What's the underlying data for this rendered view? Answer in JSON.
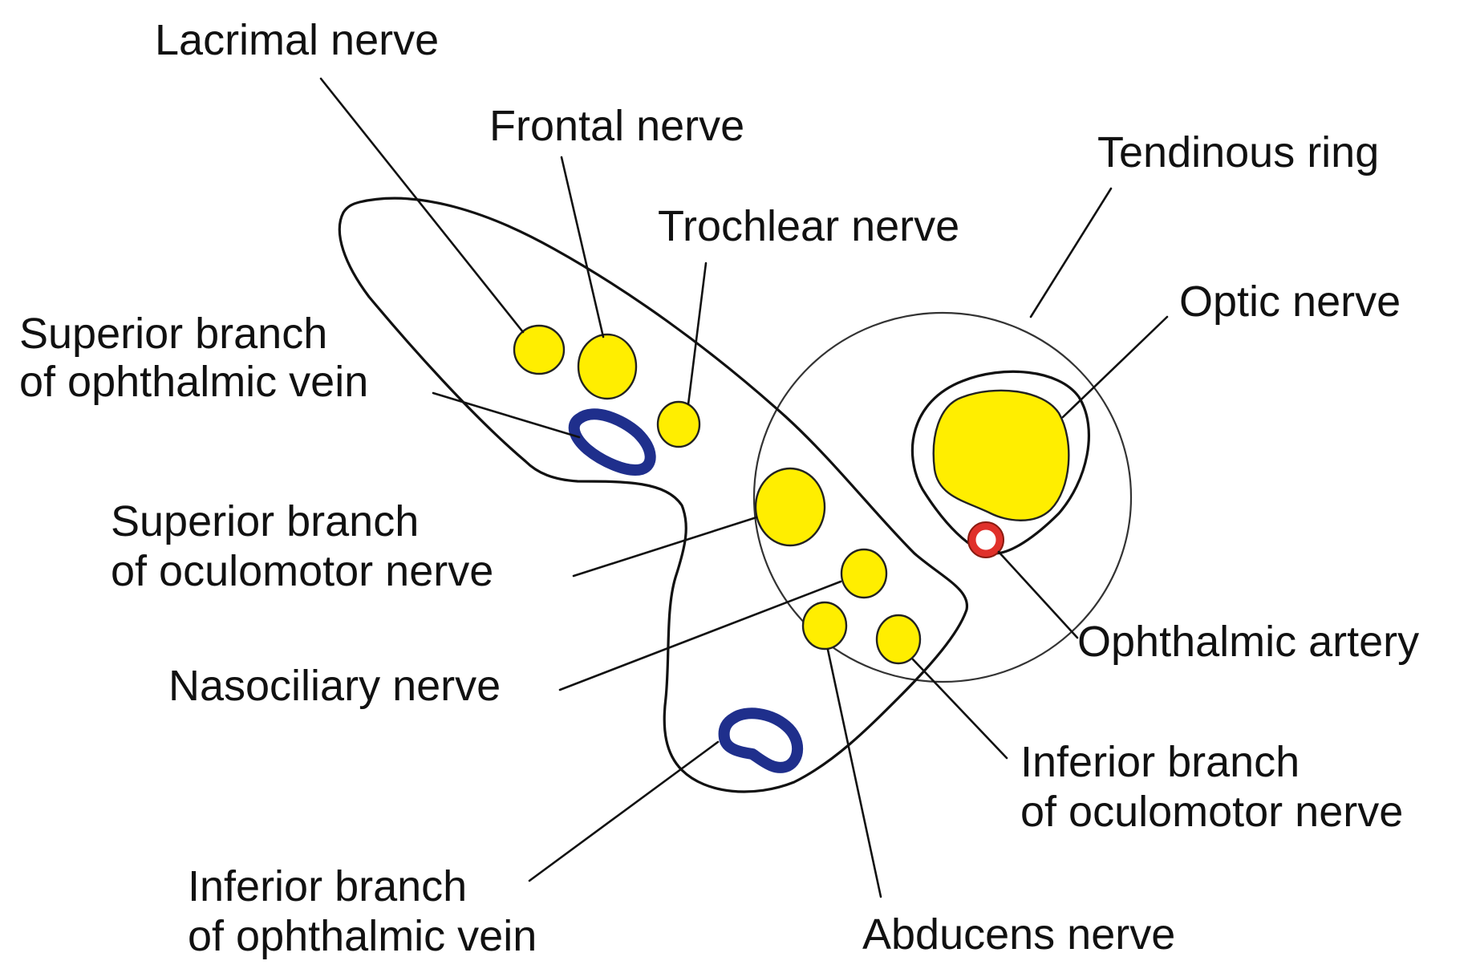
{
  "colors": {
    "nerve": "#ffee00",
    "vein": "#1f2f8c",
    "artery": "#e0302a",
    "line": "#111111"
  },
  "labels": {
    "lacrimal": "Lacrimal nerve",
    "frontal": "Frontal nerve",
    "trochlear": "Trochlear nerve",
    "tendinous_ring": "Tendinous ring",
    "optic": "Optic nerve",
    "sup_ophth_vein_1": "Superior branch",
    "sup_ophth_vein_2": "of ophthalmic vein",
    "sup_oculomotor_1": "Superior branch",
    "sup_oculomotor_2": "of oculomotor nerve",
    "nasociliary": "Nasociliary nerve",
    "ophthalmic_artery": "Ophthalmic artery",
    "inf_oculomotor_1": "Inferior branch",
    "inf_oculomotor_2": "of oculomotor nerve",
    "inf_ophth_vein_1": "Inferior branch",
    "inf_ophth_vein_2": "of ophthalmic vein",
    "abducens": "Abducens nerve"
  }
}
